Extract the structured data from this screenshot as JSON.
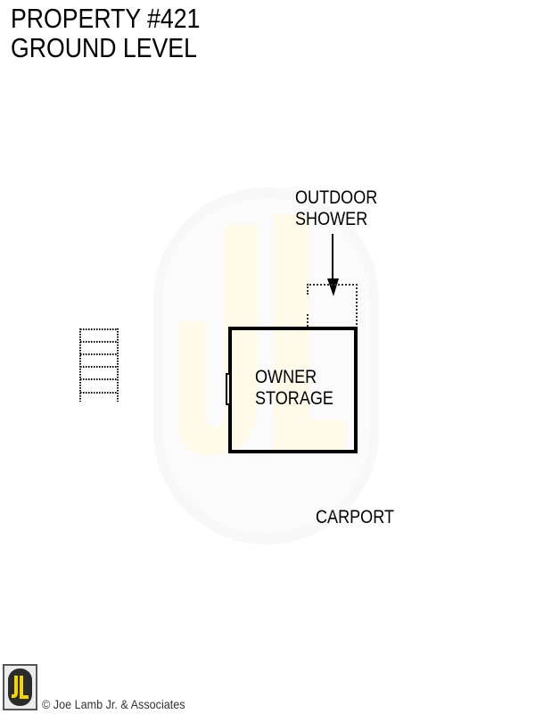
{
  "header": {
    "title_line1": "PROPERTY #421",
    "title_line2": "GROUND LEVEL"
  },
  "plan": {
    "rooms": [
      {
        "name": "owner-storage",
        "label_line1": "OWNER",
        "label_line2": "STORAGE"
      }
    ],
    "labels": {
      "outdoor_shower_line1": "OUTDOOR",
      "outdoor_shower_line2": "SHOWER",
      "carport": "CARPORT"
    },
    "stairs": {
      "steps": 6
    },
    "watermark": {
      "text": "JL",
      "color": "#fffbe6"
    }
  },
  "footer": {
    "logo_text": "JL",
    "logo_colors": {
      "badge": "#2b2b2b",
      "letters": "#f2d600"
    },
    "copyright": "© Joe Lamb Jr. & Associates"
  }
}
